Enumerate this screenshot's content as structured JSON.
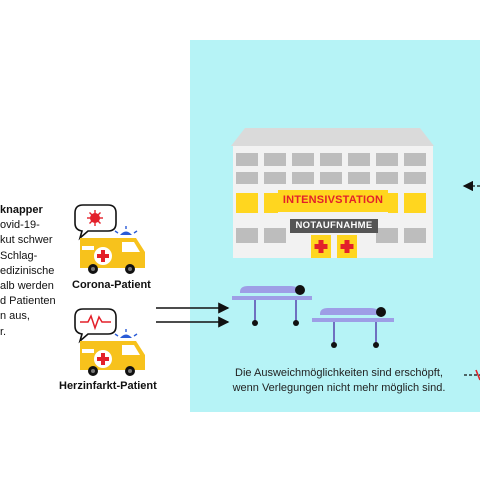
{
  "left_text": {
    "heading": "knapper",
    "lines": [
      "ovid-19-",
      "kut schwer",
      "Schlag-",
      "edizinische",
      "alb werden",
      "d Patienten",
      "n aus,",
      "r."
    ]
  },
  "patients": {
    "corona": "Corona-Patient",
    "heart": "Herzinfarkt-Patient"
  },
  "hospital": {
    "icu_sign": "INTENSIVSTATION",
    "er_sign": "NOTAUFNAHME"
  },
  "panel_note": {
    "line1": "Die Ausweichmöglichkeiten sind erschöpft,",
    "line2": "wenn Verlegungen nicht mehr möglich sind."
  },
  "colors": {
    "panel": "#b6f3f6",
    "ambulance": "#f7c21c",
    "cross": "#e3202a",
    "building": "#f2f2f2",
    "window": "#bdbdbd",
    "sign_yellow": "#ffd61f",
    "patient": "#9e9ee6"
  }
}
